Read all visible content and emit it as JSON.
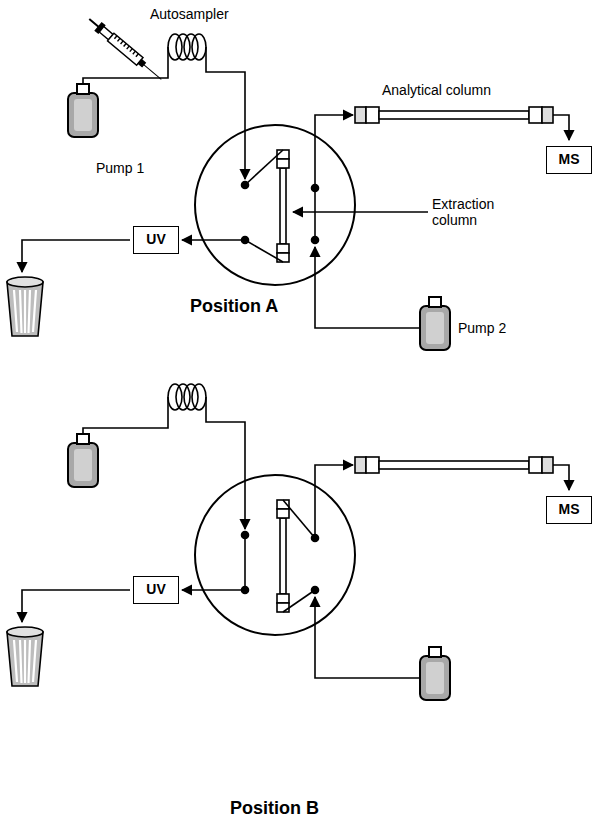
{
  "diagram": {
    "nodes": [
      {
        "text": [
          "MS"
        ]
      },
      {
        "text": [
          "UV"
        ]
      },
      {
        "text": [
          "MS"
        ]
      },
      {
        "text": [
          "UV"
        ]
      }
    ],
    "labels": [
      "Autosampler",
      "Analytical column",
      "Pump 1",
      "Extraction column",
      "Position A",
      "Pump 2",
      "Position B"
    ]
  }
}
